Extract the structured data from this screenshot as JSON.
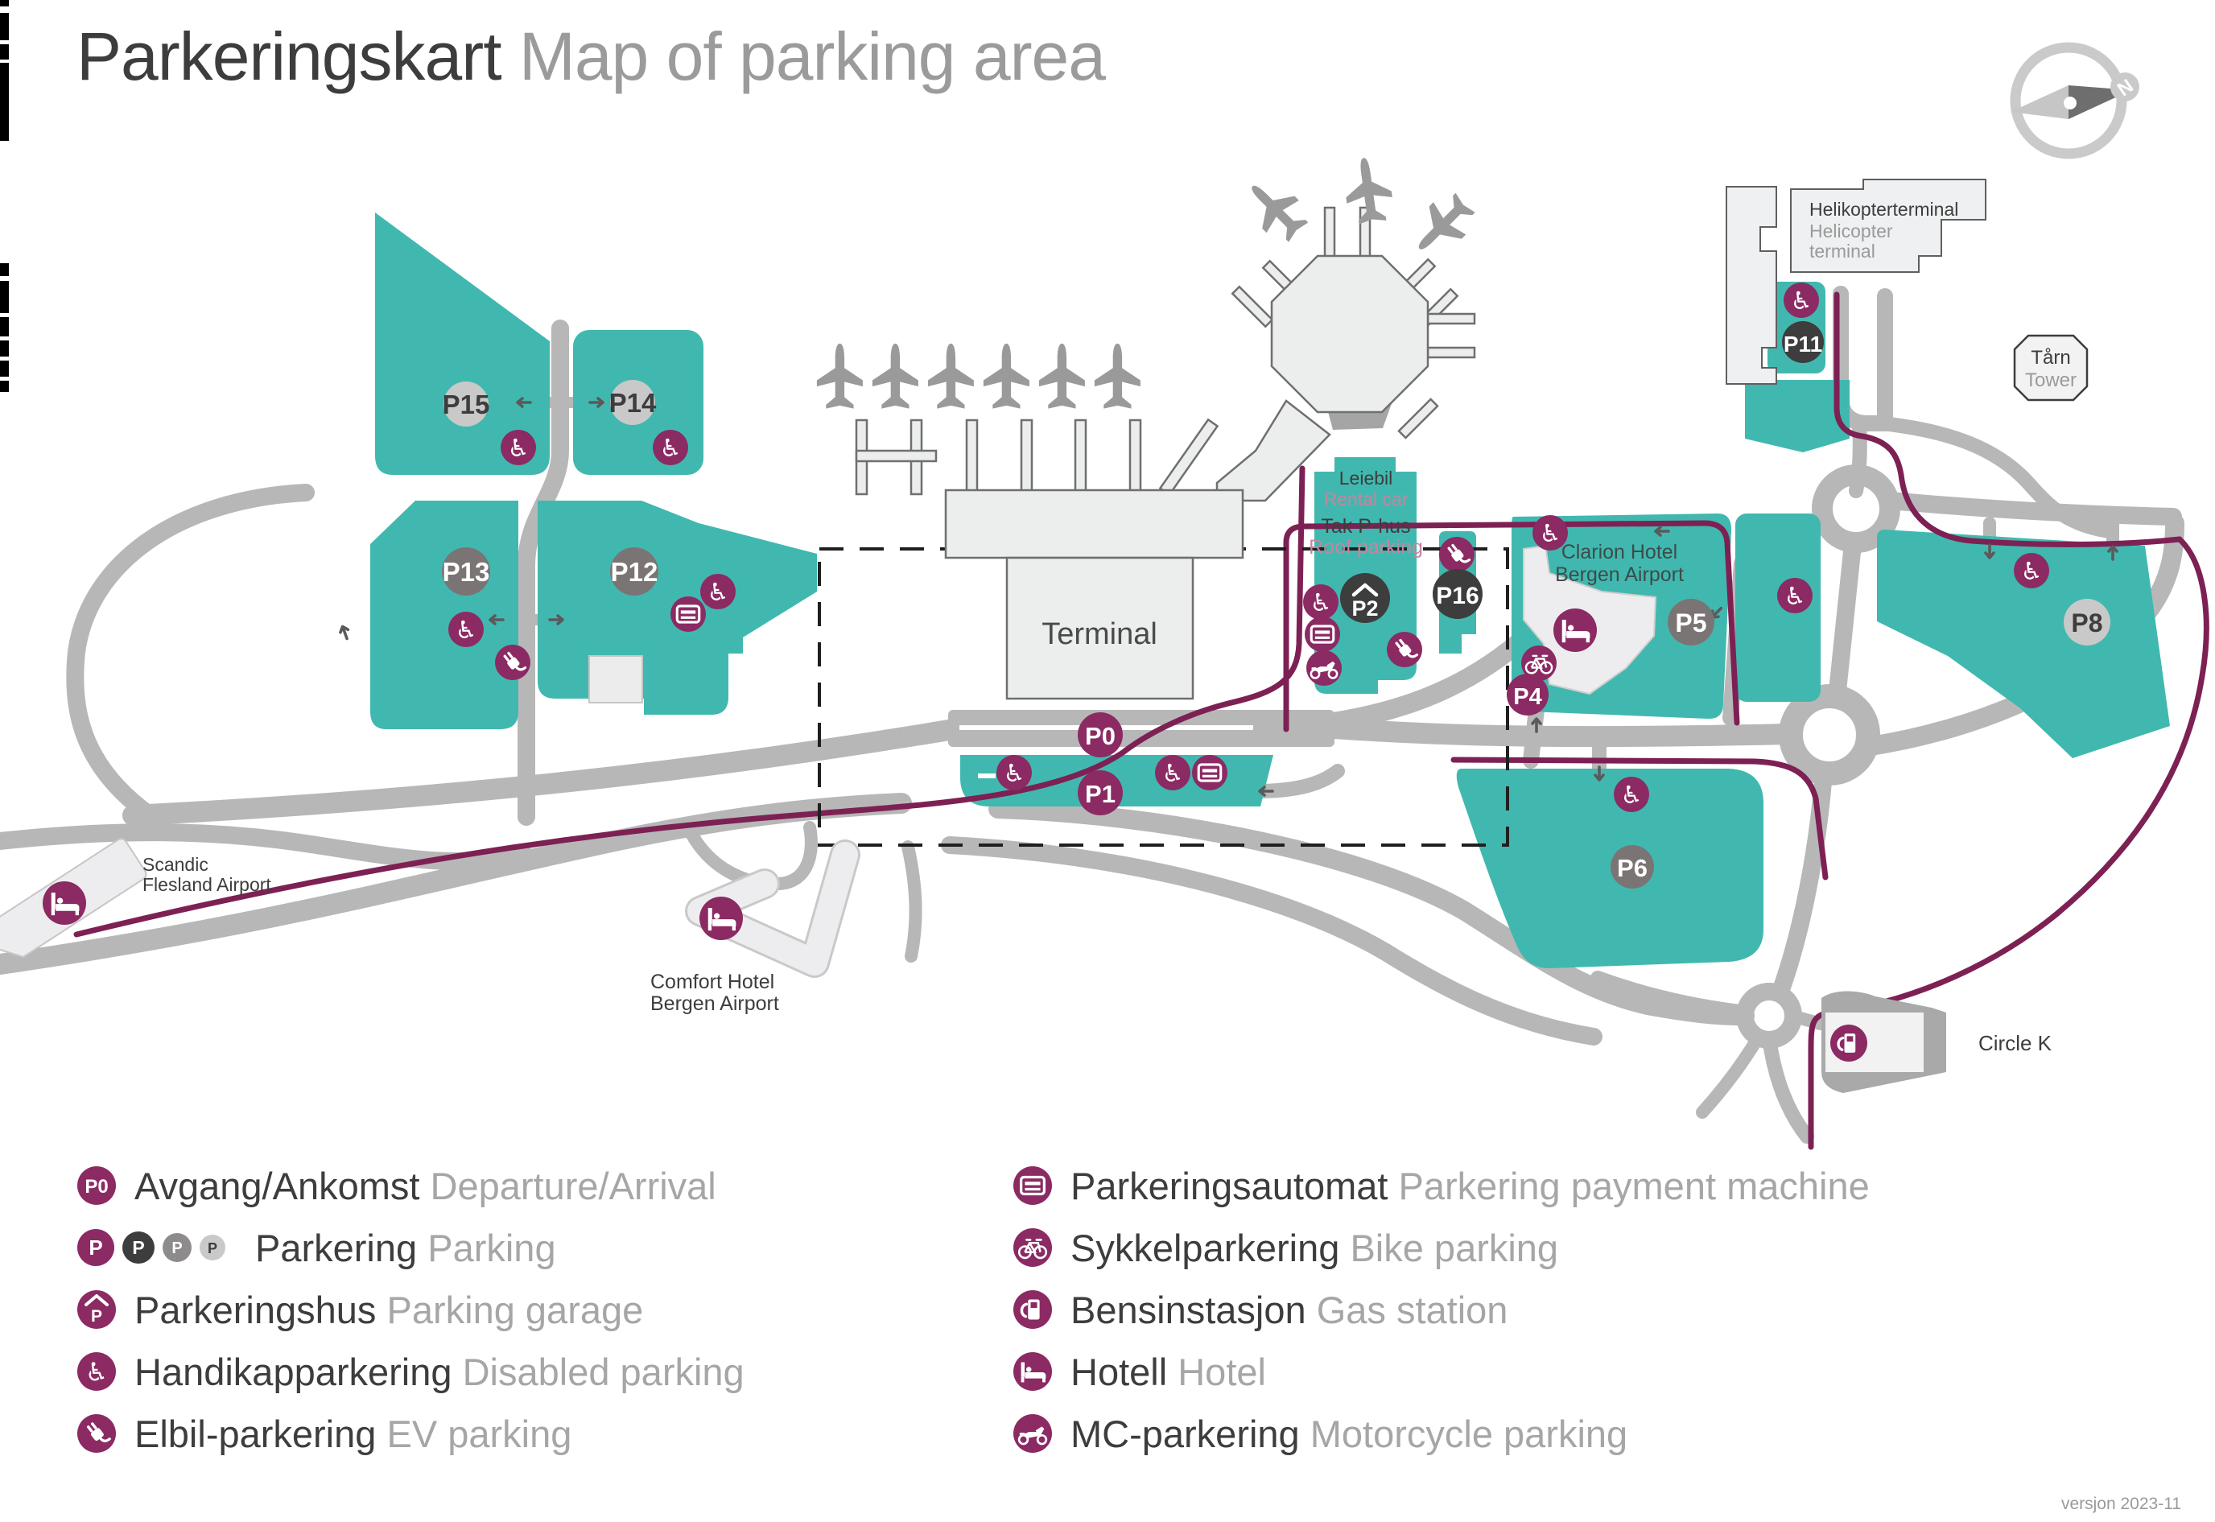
{
  "title": {
    "no": "Parkeringskart",
    "en": " Map of parking area"
  },
  "compass": {
    "n": "N"
  },
  "terminal_label": "Terminal",
  "p2_block": {
    "rental_no": "Leiebil",
    "rental_en": "Rental car",
    "roof_no": "Tak P-hus",
    "roof_en": "Roof parking"
  },
  "places": {
    "helicopter_no": "Helikopterterminal",
    "helicopter_en1": "Helicopter",
    "helicopter_en2": "terminal",
    "tower_no": "Tårn",
    "tower_en": "Tower",
    "clarion1": "Clarion Hotel",
    "clarion2": "Bergen Airport",
    "scandic1": "Scandic",
    "scandic2": "Flesland Airport",
    "comfort1": "Comfort Hotel",
    "comfort2": "Bergen Airport",
    "circlek": "Circle K"
  },
  "markers": {
    "p0": "P0",
    "p1": "P1",
    "p2": "P2",
    "p4": "P4",
    "p5": "P5",
    "p6": "P6",
    "p8": "P8",
    "p11": "P11",
    "p12": "P12",
    "p13": "P13",
    "p14": "P14",
    "p15": "P15",
    "p16": "P16"
  },
  "badges": {
    "p0": "P0",
    "p": "P"
  },
  "icons": {
    "wheelchair": "♿"
  },
  "legend": {
    "left": [
      {
        "no": "Avgang/Ankomst",
        "en": "Departure/Arrival"
      },
      {
        "no": "Parkering",
        "en": "Parking"
      },
      {
        "no": "Parkeringshus",
        "en": "Parking garage"
      },
      {
        "no": "Handikapparkering",
        "en": "Disabled parking"
      },
      {
        "no": "Elbil-parkering",
        "en": "EV parking"
      }
    ],
    "right": [
      {
        "no": "Parkeringsautomat",
        "en": "Parkering payment machine"
      },
      {
        "no": "Sykkelparkering",
        "en": "Bike parking"
      },
      {
        "no": "Bensinstasjon",
        "en": "Gas station"
      },
      {
        "no": "Hotell",
        "en": "Hotel"
      },
      {
        "no": "MC-parkering",
        "en": "Motorcycle parking"
      }
    ]
  },
  "version": "versjon 2023-11",
  "colors": {
    "parking_teal": "#41b8af",
    "brand_purple": "#8b2a63",
    "route_purple": "#7d2154",
    "road_gray": "#b7b7b8",
    "dark_circle": "#3d3d3d",
    "gray_circle": "#7b7474",
    "light_circle": "#c9c9c9",
    "pink_text": "#c9839f"
  }
}
